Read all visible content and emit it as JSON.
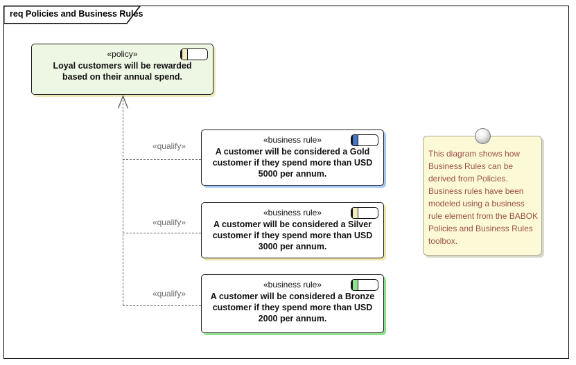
{
  "frame": {
    "title": "req Policies and Business Rules",
    "type": "requirements-diagram-frame"
  },
  "elements": {
    "policy": {
      "stereotype": "«policy»",
      "name": "Loyal customers will be rewarded based on their annual spend.",
      "fill_color": "#eef6e4",
      "shadow_color": "#eee9b9",
      "icon_tab_color": "#f2ecbe"
    },
    "rules": [
      {
        "stereotype": "«business rule»",
        "name": "A customer will be considered a Gold customer if they spend more than USD 5000 per annum.",
        "fill_color": "#ffffff",
        "shadow_color": "#a6c6f5",
        "icon_tab_color": "#4472c4"
      },
      {
        "stereotype": "«business rule»",
        "name": "A customer will be considered a Silver customer if they spend more than USD 3000 per annum.",
        "fill_color": "#ffffff",
        "shadow_color": "#ece5a5",
        "icon_tab_color": "#f2ecbe"
      },
      {
        "stereotype": "«business rule»",
        "name": "A customer will be considered a Bronze customer if they spend more than USD 2000 per annum.",
        "fill_color": "#ffffff",
        "shadow_color": "#8ee28e",
        "icon_tab_color": "#8ee28e"
      }
    ],
    "note": {
      "text": "This diagram shows how Business Rules can be derived from Policies.  Business rules have been modeled using a business rule element from the BABOK Policies and Business Rules toolbox.",
      "fill_color": "#fcfad6",
      "text_color": "#9b4f4a"
    }
  },
  "connector": {
    "qualify_label": "«qualify»",
    "line_style": "dashed",
    "line_color": "#5f5f5f",
    "arrowhead": "open"
  }
}
